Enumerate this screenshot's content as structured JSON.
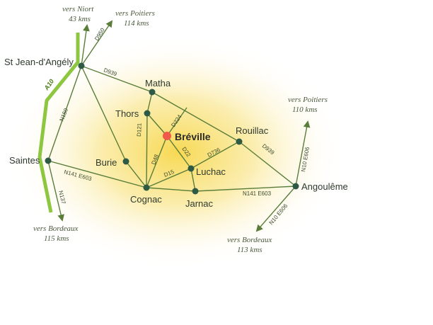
{
  "colors": {
    "road": "#5a7d3a",
    "node": "#2e5a45",
    "motorway": "#8dc63f",
    "featured": "#f05a4a",
    "glow": "#f7d74a"
  },
  "motorway": {
    "label": "A10"
  },
  "towns": {
    "st_jean": "St Jean-d'Angély",
    "matha": "Matha",
    "thors": "Thors",
    "breville": "Bréville",
    "rouillac": "Rouillac",
    "saintes": "Saintes",
    "burie": "Burie",
    "luchac": "Luchac",
    "cognac": "Cognac",
    "jarnac": "Jarnac",
    "angouleme": "Angoulême"
  },
  "roads": {
    "d950": "D950",
    "d939_north": "D939",
    "d939_east": "D939",
    "n150": "N150",
    "d121": "D121",
    "d224": "D224",
    "d22": "D22",
    "d736": "D736",
    "d48": "D48",
    "d15": "D15",
    "n141_e603_west": "N141  E603",
    "n141_e603_east": "N141  E603",
    "n137": "N137",
    "n10_e606_ne": "N10   E606",
    "n10_e606_sw": "N10   E606"
  },
  "directions": {
    "niort": {
      "line1": "vers Niort",
      "line2": "43 kms"
    },
    "poitiers_north": {
      "line1": "vers Poitiers",
      "line2": "114 kms"
    },
    "poitiers_east": {
      "line1": "vers Poitiers",
      "line2": "110 kms"
    },
    "bordeaux_west": {
      "line1": "vers Bordeaux",
      "line2": "115 kms"
    },
    "bordeaux_east": {
      "line1": "vers Bordeaux",
      "line2": "113 kms"
    }
  }
}
